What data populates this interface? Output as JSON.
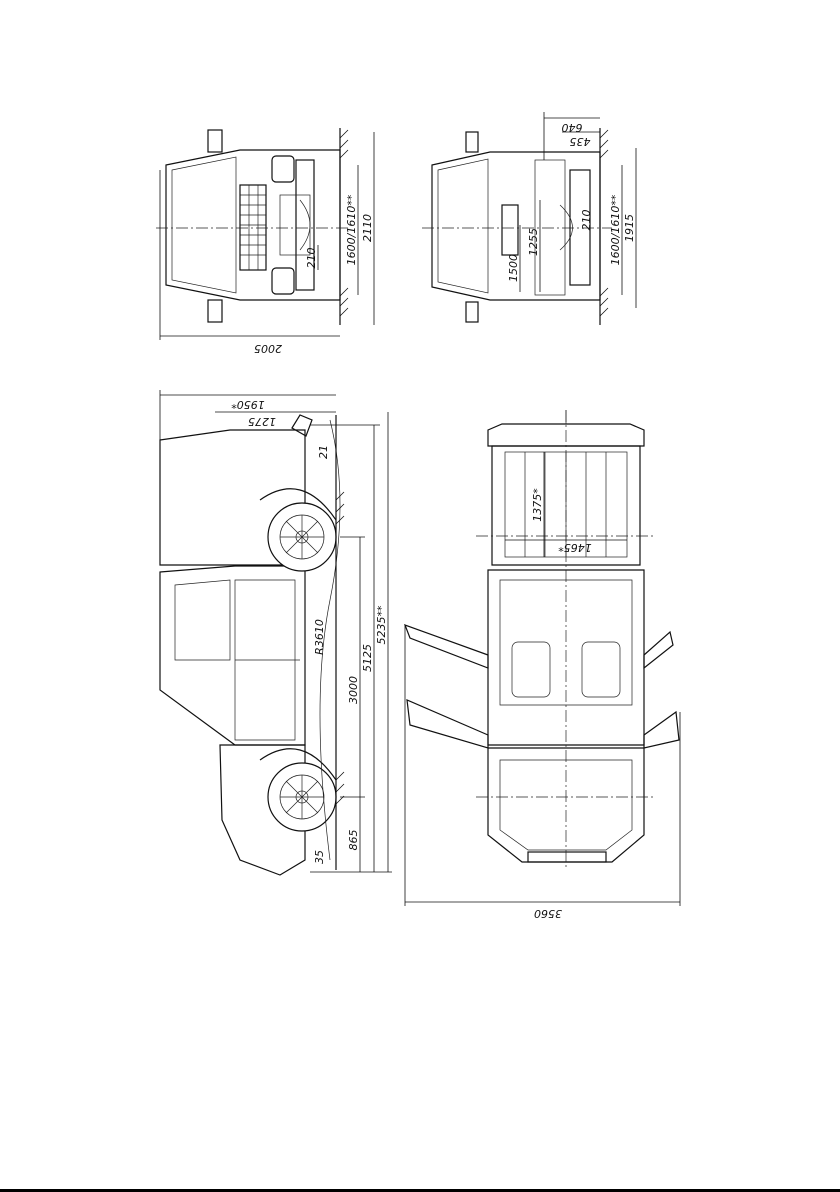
{
  "front_view": {
    "overall_width": "2005",
    "overall_height": "2110",
    "track": "1600/1610**",
    "ground_clearance": "210"
  },
  "rear_view": {
    "height": "1915",
    "track": "1600/1610**",
    "ground_clearance": "210",
    "tailgate_height": "1255",
    "bed_width": "1500",
    "hitch_offset_a": "640",
    "hitch_offset_b": "435"
  },
  "side_view": {
    "bed_length": "1950*",
    "rear_overhang": "1275",
    "departure_angle": "21",
    "approach_angle": "35",
    "turning_radius": "R3610",
    "wheelbase": "3000",
    "length": "5125",
    "overall_length": "5235**",
    "front_overhang": "865"
  },
  "top_view": {
    "bed_inner_width": "1375*",
    "bed_width_b": "1465*",
    "doors_open_width": "3560"
  }
}
